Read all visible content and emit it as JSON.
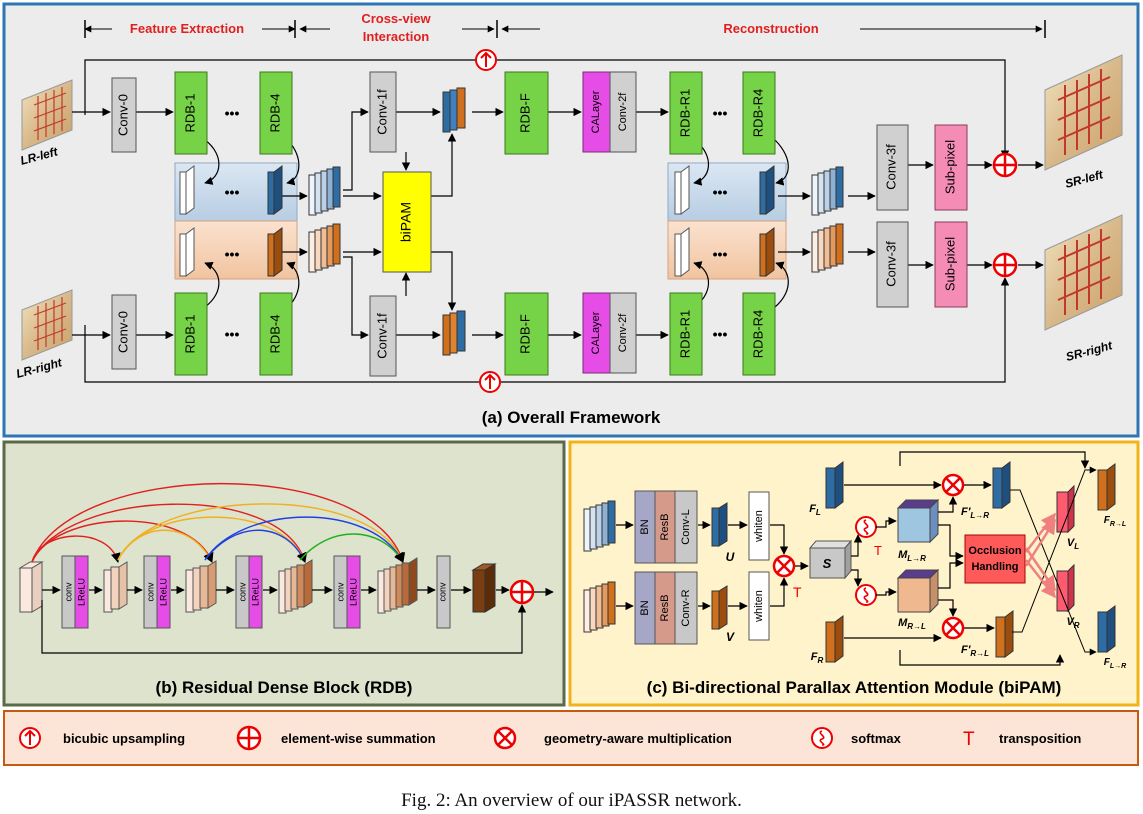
{
  "caption": "Fig. 2: An overview of our iPASSR network.",
  "panel_a": {
    "title": "(a) Overall Framework",
    "stage_feature": "Feature Extraction",
    "stage_cross_1": "Cross-view",
    "stage_cross_2": "Interaction",
    "stage_recon": "Reconstruction",
    "input_left": "LR-left",
    "input_right": "LR-right",
    "output_left": "SR-left",
    "output_right": "SR-right",
    "conv0": "Conv-0",
    "rdb1": "RDB-1",
    "rdb4": "RDB-4",
    "conv1f": "Conv-1f",
    "bipam": "biPAM",
    "rdbf": "RDB-F",
    "calayer": "CALayer",
    "conv2f": "Conv-2f",
    "rdbr1": "RDB-R1",
    "rdbr4": "RDB-R4",
    "conv3f": "Conv-3f",
    "subpixel": "Sub-pixel",
    "dots": "•••"
  },
  "panel_b": {
    "title": "(b) Residual Dense Block (RDB)",
    "conv": "conv",
    "lrelu": "LReLU"
  },
  "panel_c": {
    "title": "(c) Bi-directional Parallax Attention Module (biPAM)",
    "bn": "BN",
    "resb": "ResB",
    "conv_l": "Conv-L",
    "conv_r": "Conv-R",
    "whiten": "whiten",
    "u": "U",
    "v": "V",
    "t": "T",
    "s": "S",
    "m_lr": "M",
    "m_lr_sub": "L→R",
    "m_rl": "M",
    "m_rl_sub": "R→L",
    "f_l": "F",
    "f_l_sub": "L",
    "f_r": "F",
    "f_r_sub": "R",
    "f_l2r": "F′",
    "f_l2r_sub": "L→R",
    "f_r2l": "F′",
    "f_r2l_sub": "R→L",
    "occ_1": "Occlusion",
    "occ_2": "Handling",
    "v_l": "V",
    "v_l_sub": "L",
    "v_r": "V",
    "v_r_sub": "R",
    "out_rl": "F",
    "out_rl_sub": "R→L",
    "out_lr": "F",
    "out_lr_sub": "L→R"
  },
  "legend": {
    "upsample": "bicubic upsampling",
    "sum": "element-wise summation",
    "mult": "geometry-aware multiplication",
    "softmax": "softmax",
    "transpose_symbol": "T",
    "transpose": "transposition"
  },
  "colors": {
    "panel_a_bg": "#ececec",
    "panel_a_border": "#2e75b6",
    "panel_b_bg": "#dde3cc",
    "panel_b_border": "#5a6a4a",
    "panel_c_bg": "#fff3cc",
    "panel_c_border": "#f2b318",
    "legend_bg": "#fce4d6",
    "legend_border": "#c55a11",
    "rdb_green": "#76d246",
    "conv_gray": "#d0d0d0",
    "calayer_magenta": "#e64de6",
    "subpixel_pink": "#f48cb6",
    "bipam_yellow": "#ffff00",
    "blue_feature": "#2e6da4",
    "orange_feature": "#d0701c",
    "accent_red": "#e00000"
  }
}
